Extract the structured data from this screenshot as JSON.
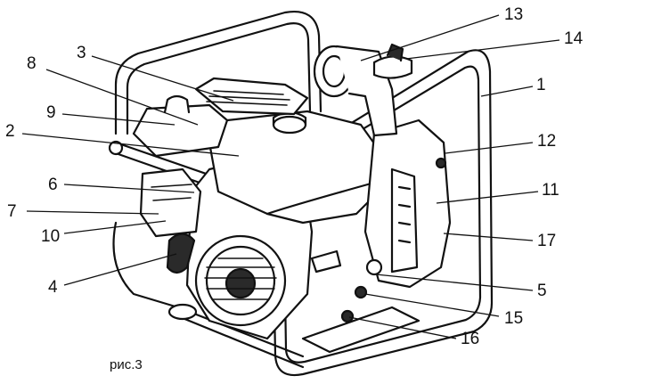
{
  "figure": {
    "caption": "рис.3",
    "callouts": [
      {
        "id": "1",
        "text": "1"
      },
      {
        "id": "2",
        "text": "2"
      },
      {
        "id": "3",
        "text": "3"
      },
      {
        "id": "4",
        "text": "4"
      },
      {
        "id": "5",
        "text": "5"
      },
      {
        "id": "6",
        "text": "6"
      },
      {
        "id": "7",
        "text": "7"
      },
      {
        "id": "8",
        "text": "8"
      },
      {
        "id": "9",
        "text": "9"
      },
      {
        "id": "10",
        "text": "10"
      },
      {
        "id": "11",
        "text": "11"
      },
      {
        "id": "12",
        "text": "12"
      },
      {
        "id": "13",
        "text": "13"
      },
      {
        "id": "14",
        "text": "14"
      },
      {
        "id": "15",
        "text": "15"
      },
      {
        "id": "16",
        "text": "16"
      },
      {
        "id": "17",
        "text": "17"
      }
    ]
  },
  "colors": {
    "line": "#111111",
    "fill": "#ffffff",
    "shade": "#2a2a2a"
  }
}
